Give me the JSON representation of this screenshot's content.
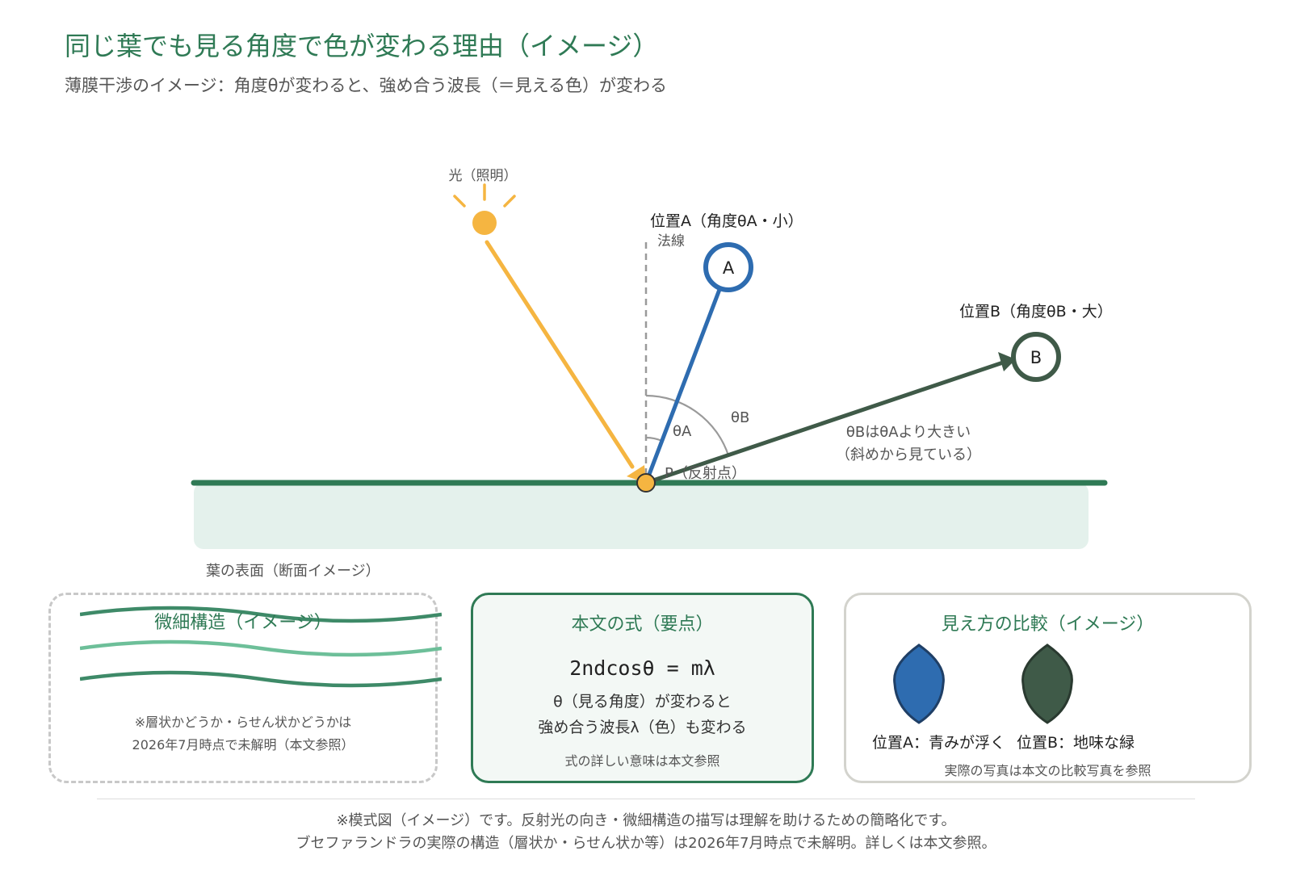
{
  "header": {
    "title": "同じ葉でも見る角度で色が変わる理由（イメージ）",
    "subtitle": "薄膜干渉のイメージ：角度θが変わると、強め合う波長（＝見える色）が変わる"
  },
  "diagram": {
    "light_label": "光（照明）",
    "normal_label": "法線",
    "position_a_label": "位置A（角度θA・小）",
    "position_a_marker": "A",
    "position_b_label": "位置B（角度θB・大）",
    "position_b_marker": "B",
    "theta_a_label": "θA",
    "theta_b_label": "θB",
    "comparison_line1": "θBはθAより大きい",
    "comparison_line2": "（斜めから見ている）",
    "reflection_point_label": "P（反射点）",
    "surface_label": "葉の表面（断面イメージ）",
    "colors": {
      "light": "#f5b541",
      "view_a": "#2e6cb0",
      "view_b": "#3f5a48",
      "surface": "#2f7a55",
      "surface_fill": "#e4f1ec"
    }
  },
  "panel_structure": {
    "title": "微細構造（イメージ）",
    "note_line1": "※層状かどうか・らせん状かどうかは",
    "note_line2": "2026年7月時点で未解明（本文参照）"
  },
  "panel_formula": {
    "title": "本文の式（要点）",
    "formula": "2ndcosθ = mλ",
    "desc_line1": "θ（見る角度）が変わると",
    "desc_line2": "強め合う波長λ（色）も変わる",
    "note": "式の詳しい意味は本文参照"
  },
  "panel_compare": {
    "title": "見え方の比較（イメージ）",
    "label_a": "位置A：青みが浮く",
    "label_b": "位置B：地味な緑",
    "note": "実際の写真は本文の比較写真を参照",
    "colors": {
      "leaf_a": "#2e6cb0",
      "leaf_b": "#3f5a48"
    }
  },
  "footer": {
    "line1": "※模式図（イメージ）です。反射光の向き・微細構造の描写は理解を助けるための簡略化です。",
    "line2": "ブセファランドラの実際の構造（層状か・らせん状か等）は2026年7月時点で未解明。詳しくは本文参照。"
  }
}
